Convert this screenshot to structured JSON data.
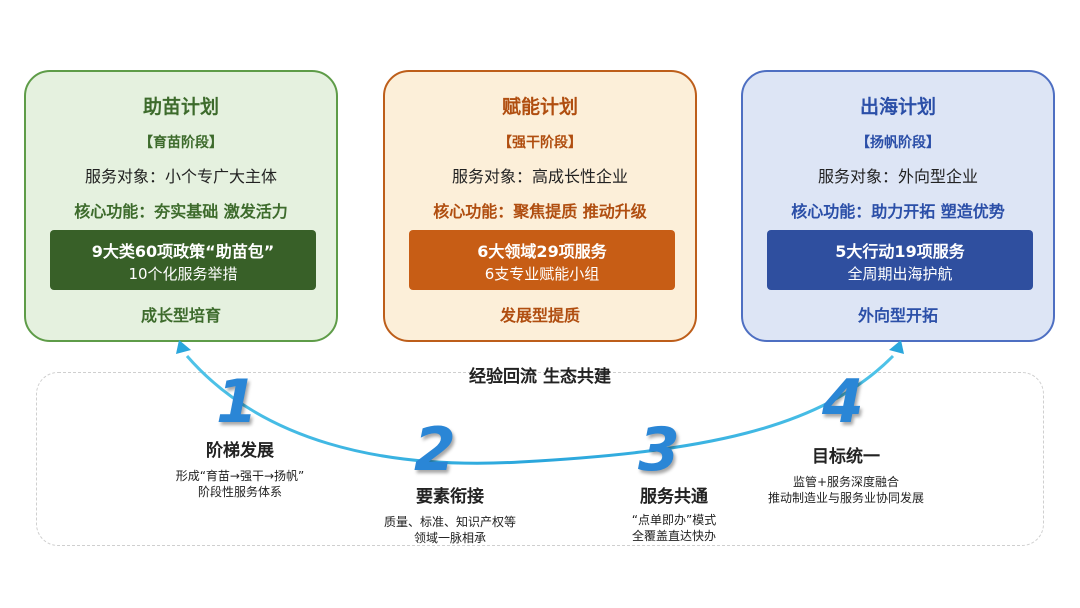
{
  "plans": [
    {
      "title": "助苗计划",
      "stage": "【育苗阶段】",
      "target": "服务对象：小个专广大主体",
      "function": "核心功能：夯实基础  激发活力",
      "box_line1": "9大类60项政策“助苗包”",
      "box_line2": "10个化服务举措",
      "footer": "成长型培育"
    },
    {
      "title": "赋能计划",
      "stage": "【强干阶段】",
      "target": "服务对象：高成长性企业",
      "function": "核心功能：聚焦提质  推动升级",
      "box_line1": "6大领域29项服务",
      "box_line2": "6支专业赋能小组",
      "footer": "发展型提质"
    },
    {
      "title": "出海计划",
      "stage": "【扬帆阶段】",
      "target": "服务对象：外向型企业",
      "function": "核心功能：助力开拓  塑造优势",
      "box_line1": "5大行动19项服务",
      "box_line2": "全周期出海护航",
      "footer": "外向型开拓"
    }
  ],
  "center_text": "经验回流   生态共建",
  "steps": [
    {
      "number": "1",
      "title": "阶梯发展",
      "desc_line1": "形成“育苗→强干→扬帆”",
      "desc_line2": "阶段性服务体系"
    },
    {
      "number": "2",
      "title": "要素衔接",
      "desc_line1": "质量、标准、知识产权等",
      "desc_line2": "领域一脉相承"
    },
    {
      "number": "3",
      "title": "服务共通",
      "desc_line1": "“点单即办”模式",
      "desc_line2": "全覆盖直达快办"
    },
    {
      "number": "4",
      "title": "目标统一",
      "desc_line1": "监管+服务深度融合",
      "desc_line2": "推动制造业与服务业协同发展"
    }
  ],
  "colors": {
    "plan1": "#386028",
    "plan2": "#c75d15",
    "plan3": "#2f4f9f",
    "arc": "#2aa6dc",
    "numbers": "#2a86d6"
  }
}
